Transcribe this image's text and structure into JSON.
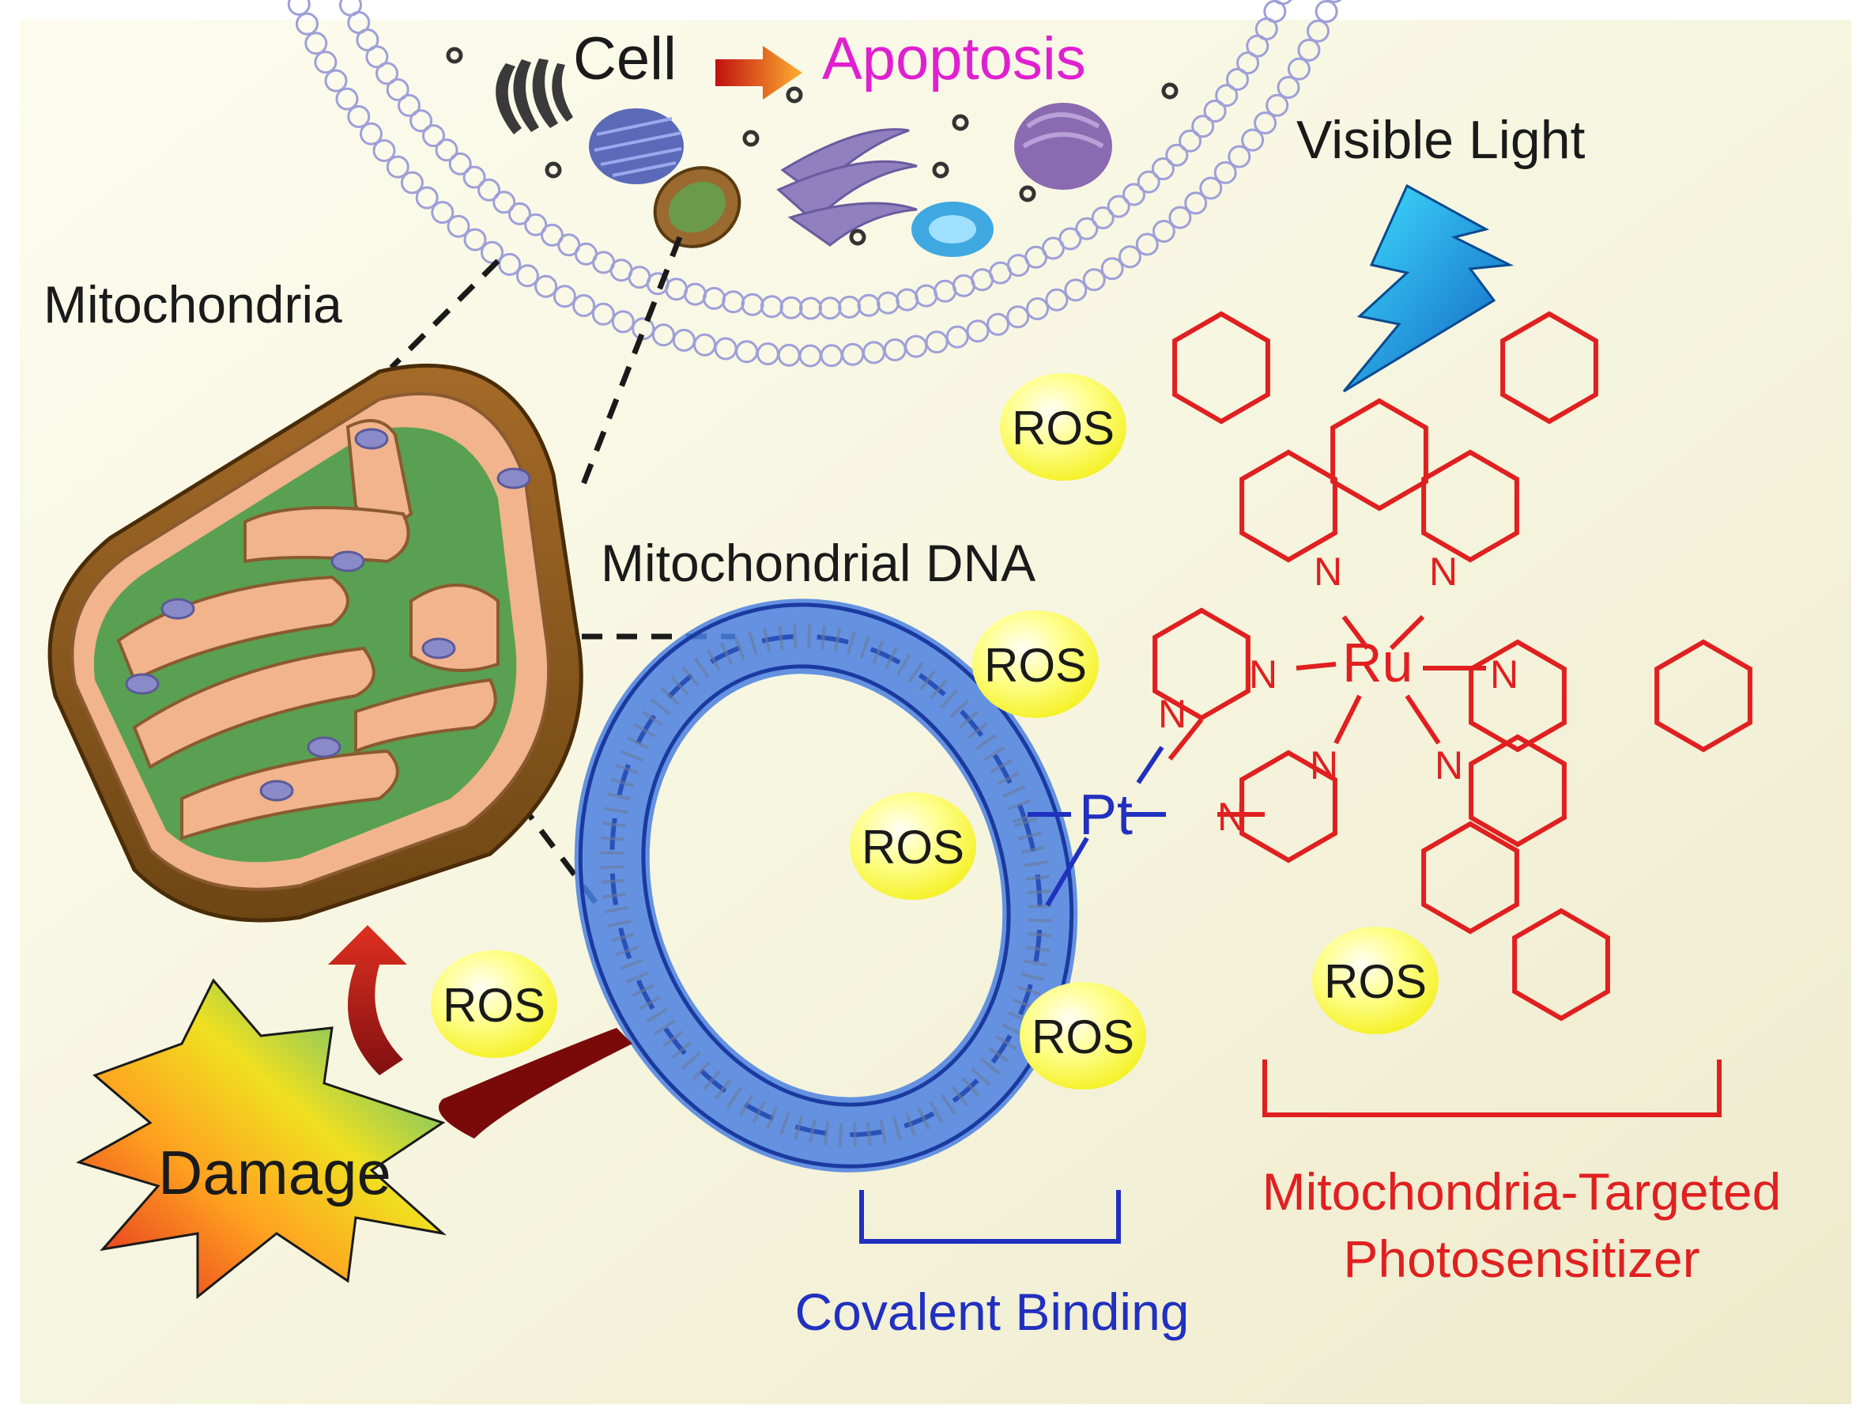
{
  "labels": {
    "cell": "Cell",
    "apoptosis": "Apoptosis",
    "visible_light": "Visible Light",
    "mitochondria": "Mitochondria",
    "mitochondrial_dna": "Mitochondrial DNA",
    "damage": "Damage",
    "covalent_binding": "Covalent Binding",
    "photosensitizer_line1": "Mitochondria-Targeted",
    "photosensitizer_line2": "Photosensitizer",
    "ros": "ROS",
    "ru": "Ru",
    "pt": "Pt",
    "n": "N"
  },
  "colors": {
    "apoptosis": "#e020d0",
    "photosensitizer": "#e02020",
    "binding": "#2030c0",
    "ros_fill": "#ffff40",
    "mito_outer": "#8a5a20",
    "mito_inner": "#4a9a4a",
    "dna_ring": "#4a80e0"
  }
}
